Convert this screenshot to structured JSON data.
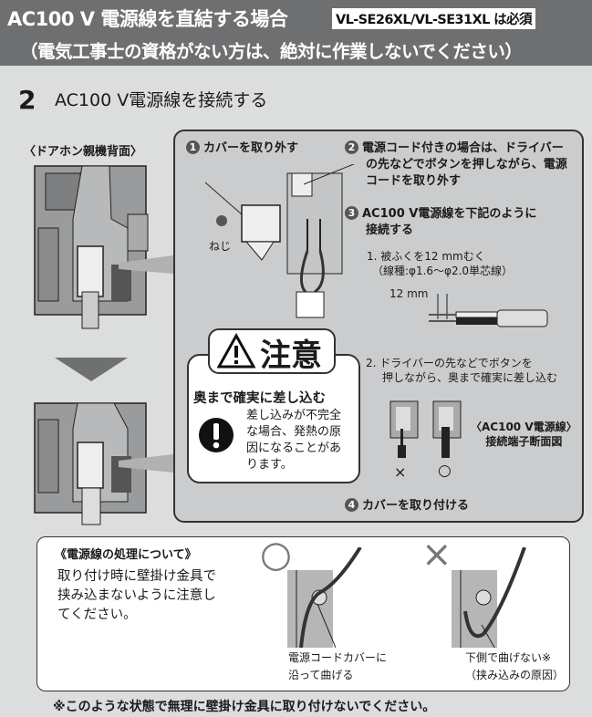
{
  "header": {
    "title": "AC100 V 電源線を直結する場合",
    "badge": "VL-SE26XL/VL-SE31XL は必須",
    "subtitle": "（電気工事士の資格がない方は、絶対に作業しないでください）"
  },
  "step": {
    "number": "2",
    "title": "AC100 V電源線を接続する"
  },
  "left": {
    "caption": "〈ドアホン親機背面〉"
  },
  "panel": {
    "step1": {
      "num": "1",
      "text": "カバーを取り外す"
    },
    "screw_label": "ねじ",
    "step2": {
      "num": "2",
      "lines": [
        "電源コード付きの場合は、ドライバー",
        "の先などでボタンを押しながら、電源",
        "コードを取り外す"
      ]
    },
    "step3": {
      "num": "3",
      "lines": [
        "AC100 V電源線を下記のように",
        "接続する"
      ]
    },
    "sub1": {
      "lines": [
        "1. 被ふくを12 mmむく",
        "（線種:φ1.6〜φ2.0単芯線）"
      ],
      "dimension": "12 mm"
    },
    "sub2": {
      "lines": [
        "2. ドライバーの先などでボタンを",
        "押しながら、奥まで確実に差し込む"
      ]
    },
    "bad_mark": "×",
    "good_mark": "○",
    "section_caption": [
      "AC100 V電源線",
      "接続端子断面図"
    ],
    "step4": {
      "num": "4",
      "text": "カバーを取り付ける"
    }
  },
  "caution": {
    "label": "注意",
    "heading": "奥まで確実に差し込む",
    "lines": [
      "差し込みが不完全",
      "な場合、発熱の原",
      "因になることがあ",
      "ります。"
    ]
  },
  "bottom": {
    "title": "《電源線の処理について》",
    "lines": [
      "取り付け時に壁掛け金具で",
      "挟み込まないように注意し",
      "てください。"
    ],
    "good_mark": "○",
    "bad_mark": "×",
    "good_caption": [
      "電源コードカバーに",
      "沿って曲げる"
    ],
    "bad_caption": [
      "下側で曲げない※",
      "（挟み込みの原因）"
    ]
  },
  "footnote": "※このような状態で無理に壁掛け金具に取り付けないでください。"
}
